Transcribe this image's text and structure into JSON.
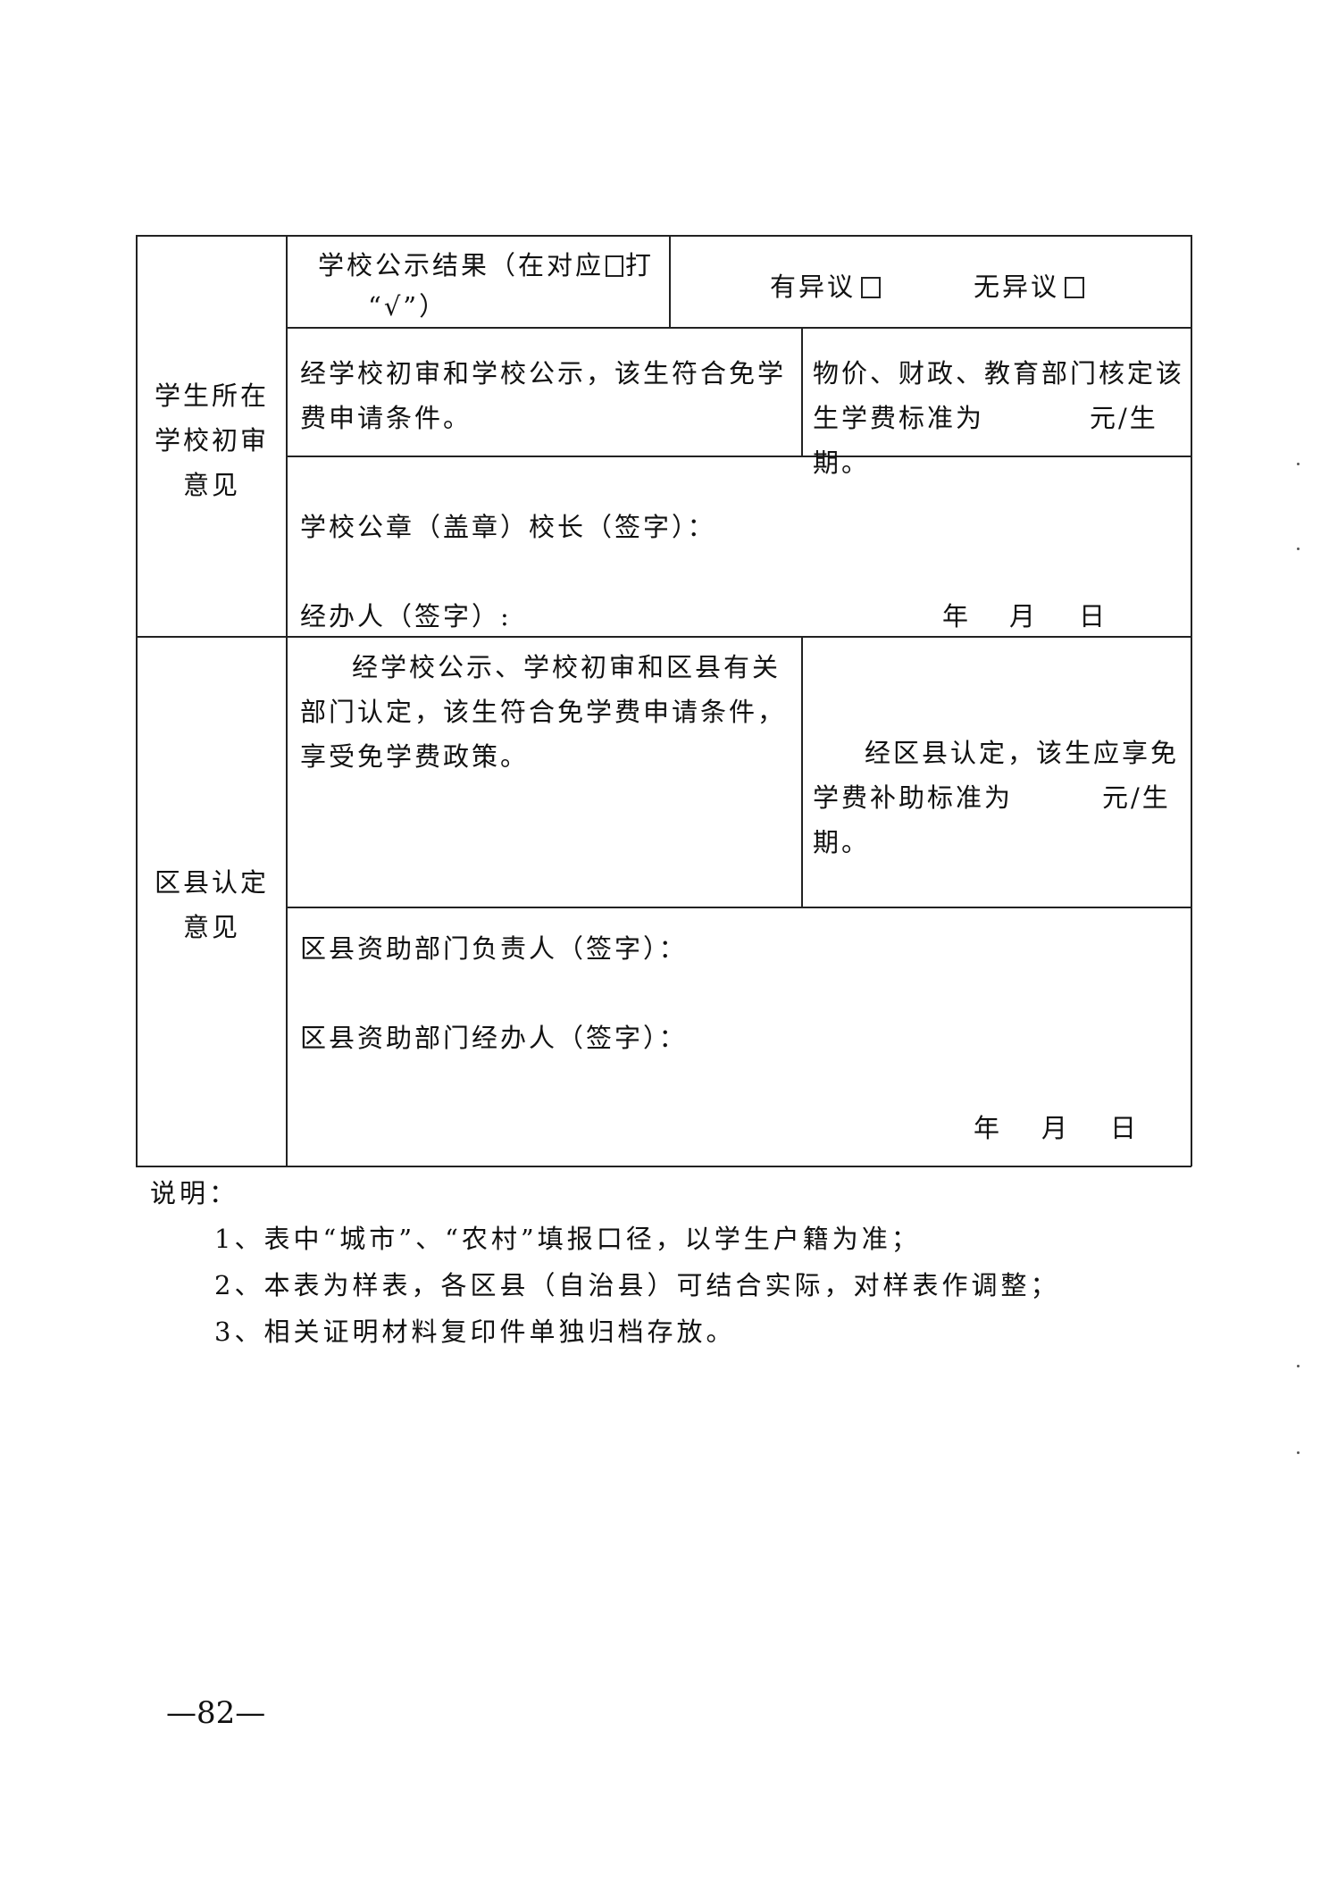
{
  "table": {
    "section1_label_lines": [
      "学生所在",
      "学校初审",
      "意见"
    ],
    "publicity_label_line1_pre": "学校公示结果（在对应",
    "publicity_label_line1_post": "打",
    "publicity_label_line2": "“√”）",
    "objection_yes": "有异议",
    "objection_no": "无异议",
    "school_review_text": "经学校初审和学校公示，该生符合免学费申请条件。",
    "price_text": "物价、财政、教育部门核定该生学费标准为",
    "price_unit": "元/生期。",
    "school_seal": "学校公章（盖章）校长（签字）：",
    "handler": "经办人（签字）:",
    "date_year": "年",
    "date_month": "月",
    "date_day": "日",
    "section2_label_lines": [
      "区县认定",
      "意见"
    ],
    "district_review_text": "经学校公示、学校初审和区县有关部门认定，该生符合免学费申请条件，享受免学费政策。",
    "district_subsidy_text": "经区县认定，该生应享免学费补助标准为",
    "district_subsidy_unit": "元/生期。",
    "district_head": "区县资助部门负责人（签字）：",
    "district_handler": "区县资助部门经办人（签字）：",
    "date2_year": "年",
    "date2_month": "月",
    "date2_day": "日"
  },
  "notes": {
    "title": "说明：",
    "items": [
      "1、表中“城市”、“农村”填报口径，以学生户籍为准；",
      "2、本表为样表，各区县（自治县）可结合实际，对样表作调整；",
      "3、相关证明材料复印件单独归档存放。"
    ]
  },
  "page_number": "—82—"
}
